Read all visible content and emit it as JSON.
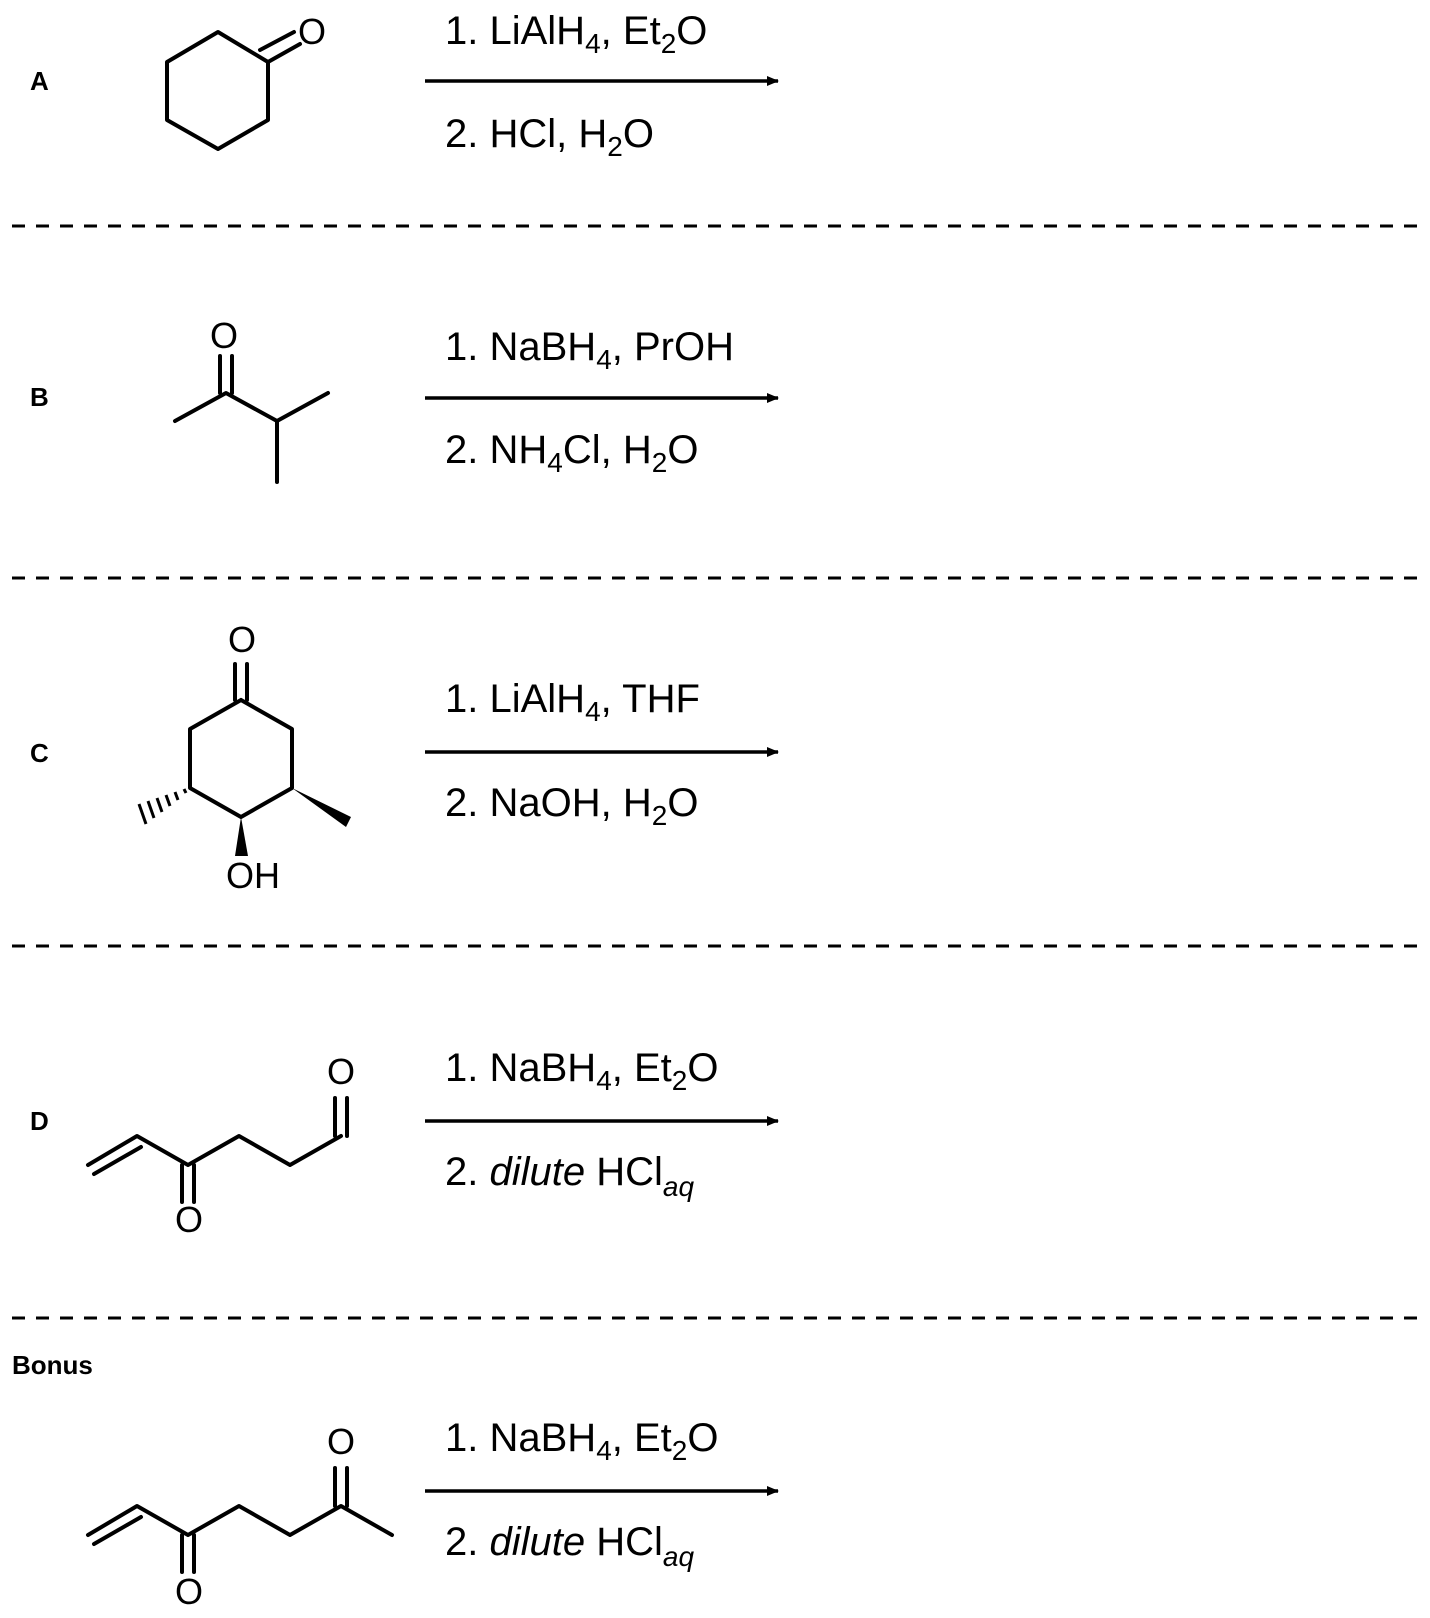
{
  "sections": {
    "A": {
      "label": "A",
      "o": "O",
      "step1": {
        "num": "1. ",
        "pre": "LiAlH",
        "sub": "4",
        "post": ", Et",
        "sub2": "2",
        "post2": "O"
      },
      "step2": {
        "num": "2. ",
        "pre": "HCl, H",
        "sub": "2",
        "post": "O"
      }
    },
    "B": {
      "label": "B",
      "o": "O",
      "step1": {
        "num": "1. ",
        "pre": "NaBH",
        "sub": "4",
        "post": ", PrOH"
      },
      "step2": {
        "num": "2. ",
        "pre": "NH",
        "sub": "4",
        "post": "Cl, H",
        "sub2": "2",
        "post2": "O"
      }
    },
    "C": {
      "label": "C",
      "o": "O",
      "oh": "OH",
      "step1": {
        "num": "1. ",
        "pre": "LiAlH",
        "sub": "4",
        "post": ", THF"
      },
      "step2": {
        "num": "2. ",
        "pre": "NaOH, H",
        "sub": "2",
        "post": "O"
      }
    },
    "D": {
      "label": "D",
      "o1": "O",
      "o2": "O",
      "step1": {
        "num": "1. ",
        "pre": "NaBH",
        "sub": "4",
        "post": ", Et",
        "sub2": "2",
        "post2": "O"
      },
      "step2": {
        "num": "2. ",
        "italic": "dilute",
        "post": " HCl",
        "sub": "aq"
      }
    },
    "Bonus": {
      "label": "Bonus",
      "o1": "O",
      "o2": "O",
      "step1": {
        "num": "1. ",
        "pre": "NaBH",
        "sub": "4",
        "post": ", Et",
        "sub2": "2",
        "post2": "O"
      },
      "step2": {
        "num": "2. ",
        "italic": "dilute",
        "post": " HCl",
        "sub": "aq"
      }
    }
  }
}
